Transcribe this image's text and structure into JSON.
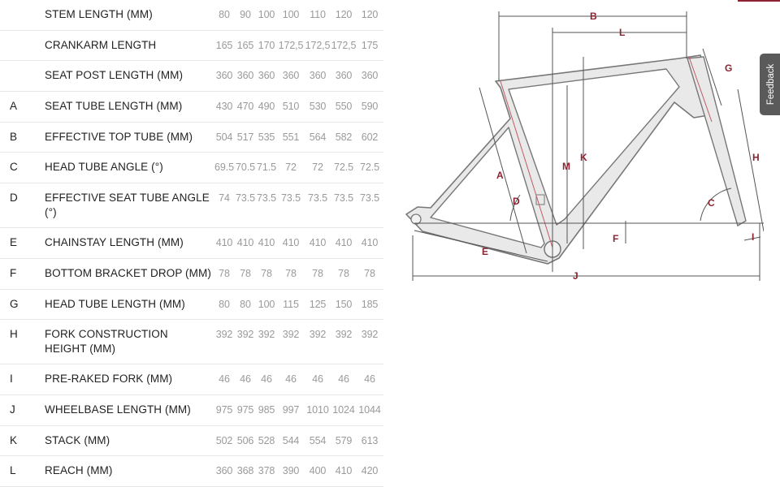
{
  "geometry_table": {
    "rows": [
      {
        "letter": "",
        "label": "STEM LENGTH (MM)",
        "values": [
          "80",
          "90",
          "100",
          "100",
          "110",
          "120",
          "120"
        ]
      },
      {
        "letter": "",
        "label": "CRANKARM LENGTH",
        "values": [
          "165",
          "165",
          "170",
          "172,5",
          "172,5",
          "172,5",
          "175"
        ]
      },
      {
        "letter": "",
        "label": "SEAT POST LENGTH (MM)",
        "values": [
          "360",
          "360",
          "360",
          "360",
          "360",
          "360",
          "360"
        ]
      },
      {
        "letter": "A",
        "label": "SEAT TUBE LENGTH (MM)",
        "values": [
          "430",
          "470",
          "490",
          "510",
          "530",
          "550",
          "590"
        ]
      },
      {
        "letter": "B",
        "label": "EFFECTIVE TOP TUBE (MM)",
        "values": [
          "504",
          "517",
          "535",
          "551",
          "564",
          "582",
          "602"
        ]
      },
      {
        "letter": "C",
        "label": "HEAD TUBE ANGLE (°)",
        "values": [
          "69.5",
          "70.5",
          "71.5",
          "72",
          "72",
          "72.5",
          "72.5"
        ]
      },
      {
        "letter": "D",
        "label": "EFFECTIVE SEAT TUBE ANGLE (°)",
        "values": [
          "74",
          "73.5",
          "73.5",
          "73.5",
          "73.5",
          "73.5",
          "73.5"
        ]
      },
      {
        "letter": "E",
        "label": "CHAINSTAY LENGTH (MM)",
        "values": [
          "410",
          "410",
          "410",
          "410",
          "410",
          "410",
          "410"
        ]
      },
      {
        "letter": "F",
        "label": "BOTTOM BRACKET DROP (MM)",
        "values": [
          "78",
          "78",
          "78",
          "78",
          "78",
          "78",
          "78"
        ]
      },
      {
        "letter": "G",
        "label": "HEAD TUBE LENGTH (MM)",
        "values": [
          "80",
          "80",
          "100",
          "115",
          "125",
          "150",
          "185"
        ]
      },
      {
        "letter": "H",
        "label": "FORK CONSTRUCTION HEIGHT (MM)",
        "values": [
          "392",
          "392",
          "392",
          "392",
          "392",
          "392",
          "392"
        ]
      },
      {
        "letter": "I",
        "label": "PRE-RAKED FORK (MM)",
        "values": [
          "46",
          "46",
          "46",
          "46",
          "46",
          "46",
          "46"
        ]
      },
      {
        "letter": "J",
        "label": "WHEELBASE LENGTH (MM)",
        "values": [
          "975",
          "975",
          "985",
          "997",
          "1010",
          "1024",
          "1044"
        ]
      },
      {
        "letter": "K",
        "label": "STACK (MM)",
        "values": [
          "502",
          "506",
          "528",
          "544",
          "554",
          "579",
          "613"
        ]
      },
      {
        "letter": "L",
        "label": "REACH (MM)",
        "values": [
          "360",
          "368",
          "378",
          "390",
          "400",
          "410",
          "420"
        ]
      }
    ]
  },
  "diagram": {
    "labels": {
      "A": "A",
      "B": "B",
      "C": "C",
      "D": "D",
      "E": "E",
      "F": "F",
      "G": "G",
      "H": "H",
      "I": "I",
      "J": "J",
      "K": "K",
      "L": "L",
      "M": "M"
    },
    "colors": {
      "frame_fill": "#e9e9e9",
      "frame_stroke": "#777777",
      "dim": "#555555",
      "label": "#8b2332",
      "guide": "#c05a66"
    }
  },
  "feedback": {
    "label": "Feedback"
  },
  "colors": {
    "accent": "#8b2332",
    "value_gray": "#9a9a9a",
    "row_border": "#e6e6e6"
  }
}
